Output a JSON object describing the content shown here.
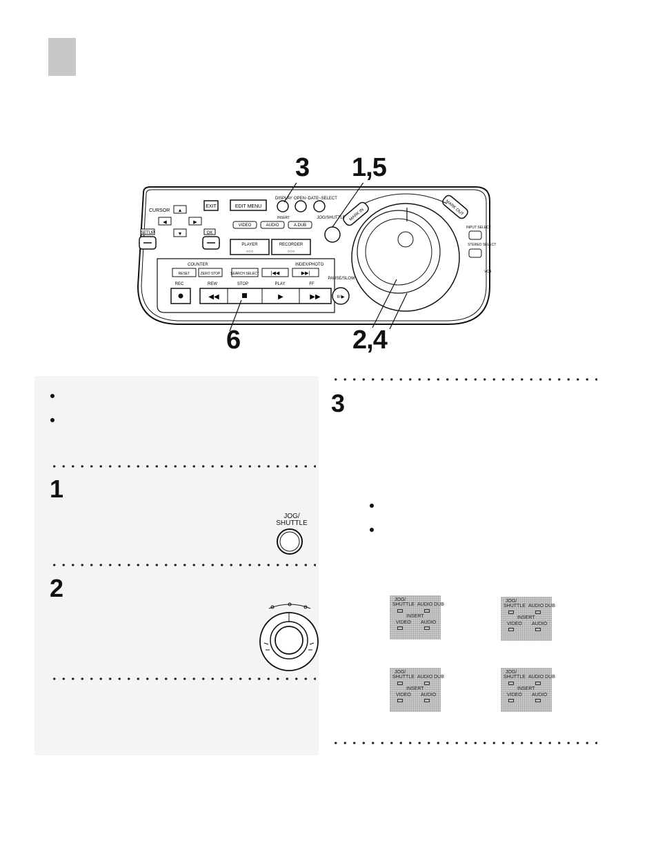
{
  "callouts": {
    "c3": "3",
    "c15": "1,5",
    "c6": "6",
    "c24": "2,4"
  },
  "remote": {
    "cursor": "CURSOR",
    "exit": "EXIT",
    "edit_menu": "EDIT MENU",
    "display": "DISPLAY",
    "open_date_select": "OPEN~DATE~SELECT",
    "insert": "INSERT",
    "video": "VIDEO",
    "audio": "AUDIO",
    "a_dub": "A.DUB",
    "jog_shuttle": "JOG/SHUTTLE",
    "setup": "SETUP",
    "ok": "OK",
    "player": "PLAYER",
    "recorder": "RECORDER",
    "mark_in": "MARK IN",
    "mark_out": "MARK OUT",
    "input_select": "INPUT SELECT",
    "stereo_select": "STEREO SELECT",
    "counter": "COUNTER",
    "reset": "RESET",
    "zero_stop": "ZERO STOP",
    "search_select": "SEARCH SELECT",
    "index_photo": "INDEX/PHOTO",
    "pause_slow": "PAUSE/SLOW",
    "rec": "REC",
    "rew": "REW",
    "stop": "STOP",
    "play": "PLAY",
    "ff": "FF",
    "vcr": "VCR"
  },
  "steps": {
    "s1": "1",
    "s2": "2",
    "s3": "3"
  },
  "jog_label_line1": "JOG/",
  "jog_label_line2": "SHUTTLE",
  "indicator": {
    "jog": "JOG/",
    "shuttle": "SHUTTLE",
    "audio_dub": "AUDIO DUB",
    "insert": "INSERT",
    "video": "VIDEO",
    "audio": "AUDIO"
  }
}
